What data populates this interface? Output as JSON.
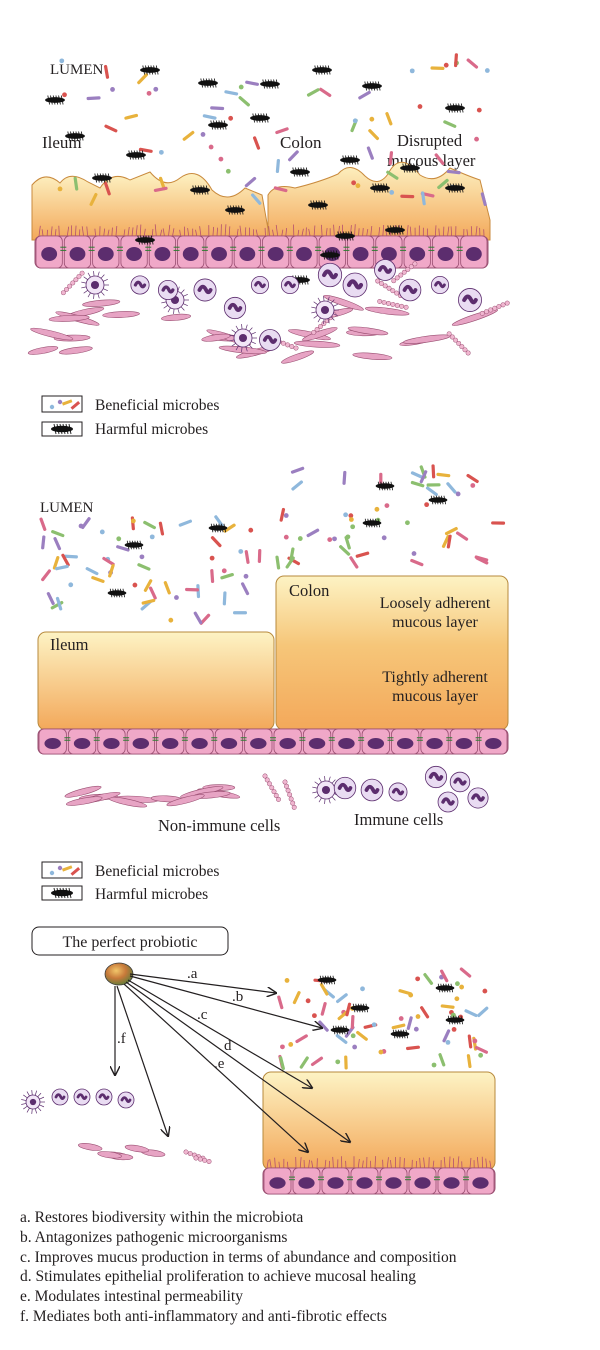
{
  "panel_top": {
    "lumen": "LUMEN",
    "ileum": "Ileum",
    "colon": "Colon",
    "disrupted_line1": "Disrupted",
    "disrupted_line2": "mucous layer",
    "legend_beneficial": "Beneficial microbes",
    "legend_harmful": "Harmful microbes"
  },
  "panel_middle": {
    "lumen": "LUMEN",
    "ileum": "Ileum",
    "colon": "Colon",
    "loose_line1": "Loosely adherent",
    "loose_line2": "mucous layer",
    "tight_line1": "Tightly adherent",
    "tight_line2": "mucous layer",
    "non_immune": "Non-immune cells",
    "immune": "Immune cells",
    "legend_beneficial": "Beneficial microbes",
    "legend_harmful": "Harmful microbes"
  },
  "panel_bottom": {
    "title": "The perfect probiotic",
    "arrow_labels": [
      ".a",
      ".b",
      ".c",
      "d",
      ".e",
      ".f"
    ],
    "effects": [
      "a. Restores biodiversity within the microbiota",
      "b. Antagonizes pathogenic microorganisms",
      "c. Improves mucus production in terms of abundance and composition",
      "d. Stimulates epithelial proliferation to achieve mucosal healing",
      "e. Modulates intestinal permeability",
      "f. Mediates both anti-inflammatory and anti-fibrotic effects"
    ]
  },
  "colors": {
    "mucus_light": "#fdf3c4",
    "mucus_dark": "#f3a85a",
    "epithelium": "#f0a8c8",
    "nucleus": "#5c2d6e",
    "immune_cell": "#9b72b8",
    "harmful": "#111111",
    "bacteria_palette": [
      "#d9534f",
      "#e8b23c",
      "#8fb8dc",
      "#9b7fc0",
      "#d96a8a",
      "#8cbf6f"
    ]
  }
}
